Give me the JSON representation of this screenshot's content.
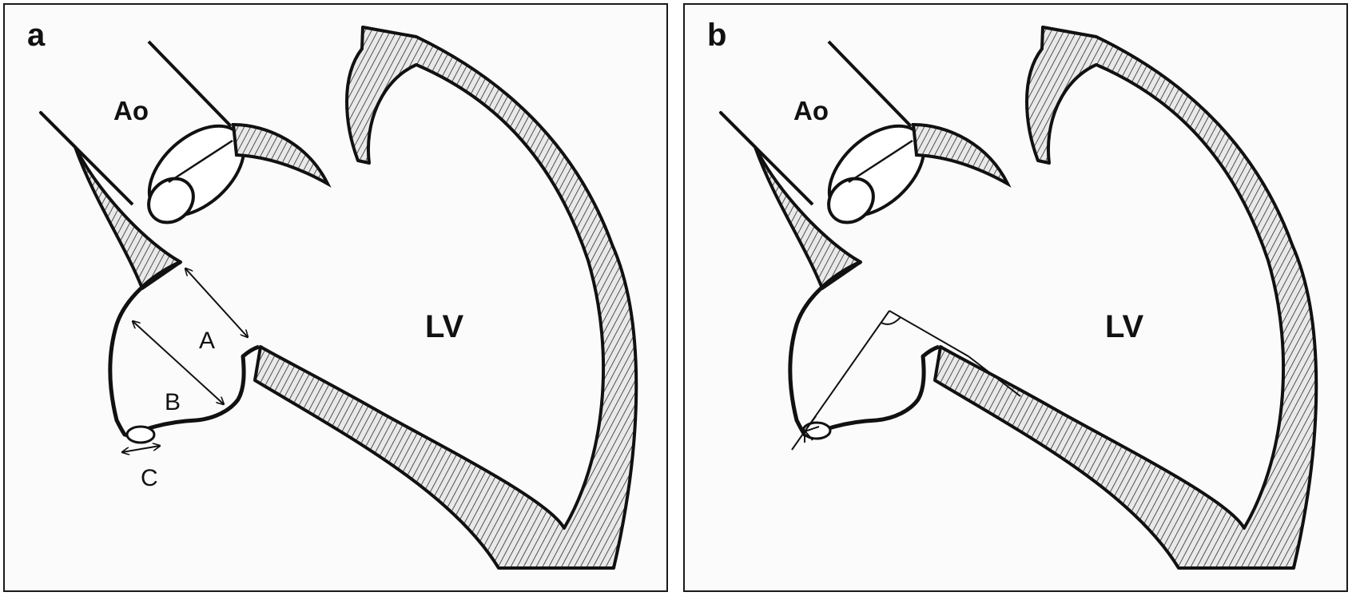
{
  "panels": [
    {
      "letter": "a",
      "labels": {
        "aorta": "Ao",
        "ventricle": "LV",
        "dim_a": "A",
        "dim_b": "B",
        "dim_c": "C"
      }
    },
    {
      "letter": "b",
      "labels": {
        "aorta": "Ao",
        "ventricle": "LV"
      }
    }
  ],
  "colors": {
    "ink": "#111111",
    "hatch_line": "#2a2a2a",
    "hatch_bg": "#e9e9e9",
    "panel_bg": "#fbfbfb"
  }
}
